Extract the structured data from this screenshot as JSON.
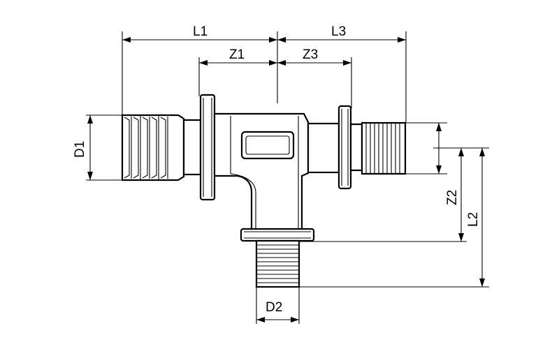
{
  "diagram": {
    "labels": {
      "l1": "L1",
      "l2": "L2",
      "l3": "L3",
      "z1": "Z1",
      "z2": "Z2",
      "z3": "Z3",
      "d1": "D1",
      "d2": "D2"
    },
    "colors": {
      "line": "#000000",
      "background": "#ffffff"
    }
  }
}
